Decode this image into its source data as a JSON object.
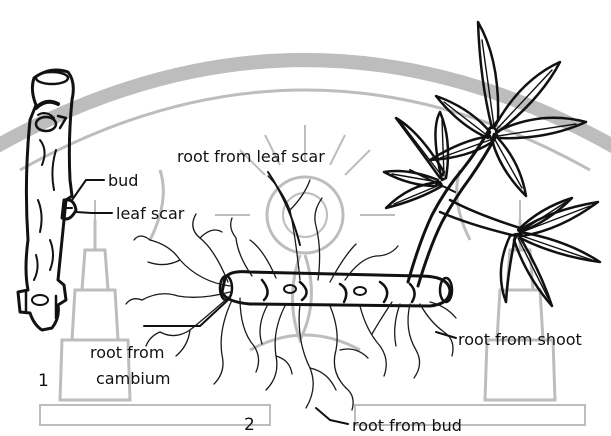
{
  "figures": {
    "fig1_number": "1",
    "fig2_number": "2"
  },
  "labels": {
    "bud": "bud",
    "leaf_scar": "leaf scar",
    "root_from_leaf_scar": "root from leaf scar",
    "root_from_shoot": "root from shoot",
    "root_from_cambium_line1": "root from",
    "root_from_cambium_line2": "cambium",
    "root_from_bud": "root from bud"
  },
  "colors": {
    "ink": "#111111",
    "watermark": "#bdbdbd"
  }
}
